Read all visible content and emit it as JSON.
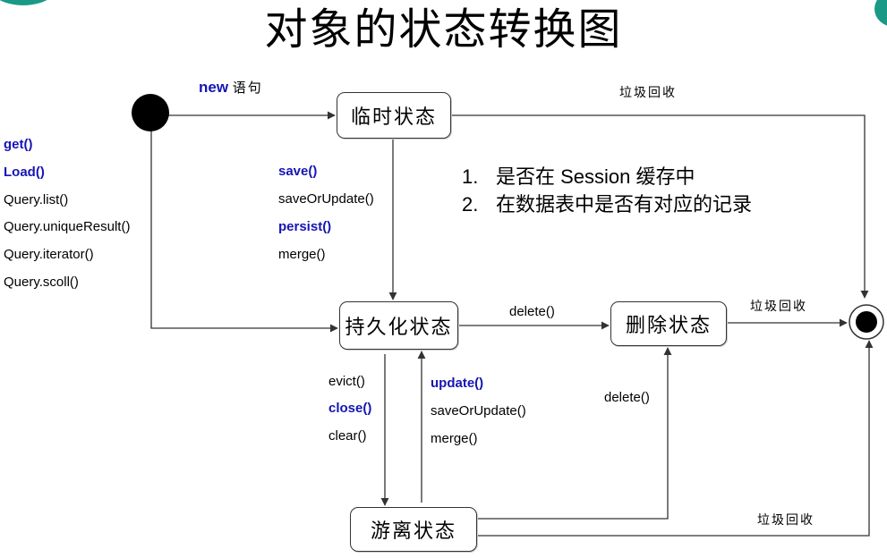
{
  "title": "对象的状态转换图",
  "states": {
    "transient": "临时状态",
    "persistent": "持久化状态",
    "removed": "删除状态",
    "detached": "游离状态"
  },
  "transitions": {
    "new_keyword": "new",
    "new_suffix": "语句",
    "gc_top": "垃圾回收",
    "gc_removed": "垃圾回收",
    "gc_detached": "垃圾回收",
    "delete_persistent": "delete()",
    "delete_detached": "delete()"
  },
  "query_methods": [
    "get()",
    "Load()",
    "Query.list()",
    "Query.uniqueResult()",
    "Query.iterator()",
    "Query.scoll()"
  ],
  "save_methods": [
    "save()",
    "saveOrUpdate()",
    "persist()",
    "merge()"
  ],
  "detach_methods": [
    "evict()",
    "close()",
    "clear()"
  ],
  "update_methods": [
    "update()",
    "saveOrUpdate()",
    "merge()"
  ],
  "notes": [
    {
      "num": "1.",
      "text": "是否在 Session 缓存中"
    },
    {
      "num": "2.",
      "text": "在数据表中是否有对应的记录"
    }
  ],
  "colors": {
    "accent_blue": "#1515b4",
    "corner_teal": "#1a9a86",
    "line": "#333333"
  }
}
